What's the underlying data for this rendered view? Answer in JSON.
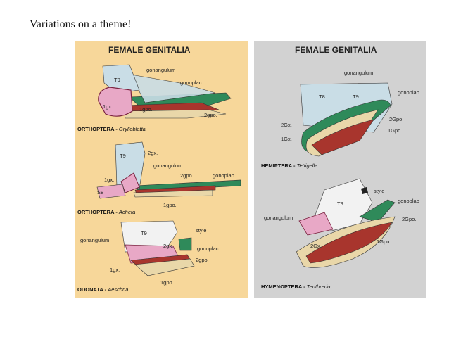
{
  "slide": {
    "title": "Variations on a theme!"
  },
  "left_panel": {
    "title": "FEMALE GENITALIA",
    "sections": [
      {
        "order": "ORTHOPTERA",
        "genus": "Grylloblatta",
        "labels": {
          "t9": "T9",
          "gonangulum": "gonangulum",
          "gonoplac": "gonoplac",
          "gx1": "1gx.",
          "gpo1": "1gpo.",
          "gpo2": "2gpo."
        }
      },
      {
        "order": "ORTHOPTERA",
        "genus": "Acheta",
        "labels": {
          "t9": "T9",
          "gx2": "2gx.",
          "gonangulum": "gonangulum",
          "gpo2": "2gpo.",
          "gonoplac": "gonoplac",
          "gx1": "1gx.",
          "s8": "S8",
          "gpo1": "1gpo."
        }
      },
      {
        "order": "ODONATA",
        "genus": "Aeschna",
        "labels": {
          "t9": "T9",
          "style": "style",
          "gonangulum": "gonangulum",
          "gx2": "2gx.",
          "gonoplac": "gonoplac",
          "gpo2": "2gpo.",
          "gx1": "1gx.",
          "gpo1": "1gpo."
        }
      }
    ]
  },
  "right_panel": {
    "title": "FEMALE GENITALIA",
    "sections": [
      {
        "order": "HEMIPTERA",
        "genus": "Tettigella",
        "labels": {
          "gonangulum": "gonangulum",
          "t8": "T8",
          "t9": "T9",
          "gonoplac": "gonoplac",
          "gpo2": "2Gpo.",
          "gx2": "2Gx.",
          "gpo1": "1Gpo.",
          "gx1": "1Gx."
        }
      },
      {
        "order": "HYMENOPTERA",
        "genus": "Tenthredo",
        "labels": {
          "style": "style",
          "gonoplac": "gonoplac",
          "t9": "T9",
          "gonangulum": "gonangulum",
          "gpo2": "2Gpo.",
          "gx2": "2Gx.",
          "gpo1": "1Gpo."
        }
      }
    ]
  },
  "colors": {
    "left_bg": "#f7d79a",
    "right_bg": "#d2d2d2",
    "tergite": "#c9dde6",
    "pink": "#e8a8c6",
    "green": "#2f8a5a",
    "red": "#a8352d",
    "tan": "#e9d7a9"
  }
}
